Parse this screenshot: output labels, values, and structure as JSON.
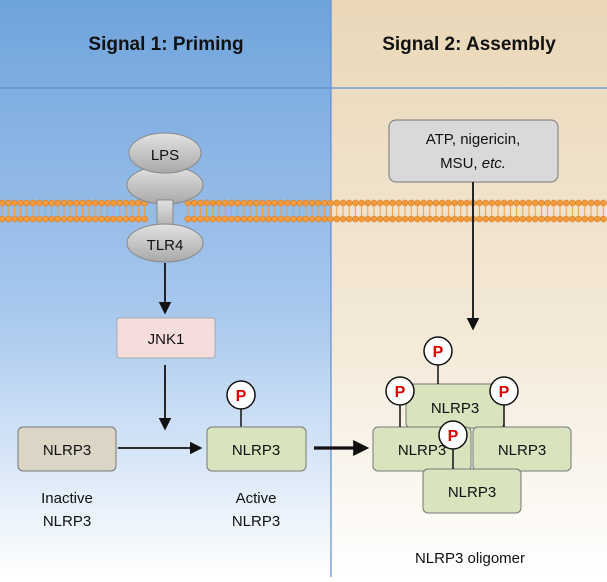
{
  "panels": {
    "left_title": "Signal 1: Priming",
    "right_title": "Signal 2: Assembly"
  },
  "receptor": {
    "ligand_label": "LPS",
    "receptor_label": "TLR4"
  },
  "kinase": {
    "label": "JNK1"
  },
  "stimuli": {
    "line1": "ATP, nigericin,",
    "line2_prefix": "MSU, ",
    "line2_italic": "etc."
  },
  "nlrp3": {
    "inactive_box": "NLRP3",
    "active_box": "NLRP3",
    "inactive_caption_line1": "Inactive",
    "inactive_caption_line2": "NLRP3",
    "active_caption_line1": "Active",
    "active_caption_line2": "NLRP3",
    "oligomer_top": "NLRP3",
    "oligomer_left": "NLRP3",
    "oligomer_right": "NLRP3",
    "oligomer_bottom": "NLRP3",
    "oligomer_caption": "NLRP3 oligomer"
  },
  "phospho_label": "P",
  "colors": {
    "left_bg_top": "#6fa3dc",
    "left_bg_bottom": "#ffffff",
    "right_bg_top": "#ead7b8",
    "right_bg_bottom": "#ffffff",
    "membrane": "#f39a3c",
    "inactive_fill": "#dbd5c5",
    "active_fill": "#d7e4bd",
    "jnk_fill": "#f6dddd",
    "receptor_fill": "#c4c4c4",
    "phospho_text": "#e00000",
    "divider": "#5b8fd6"
  }
}
